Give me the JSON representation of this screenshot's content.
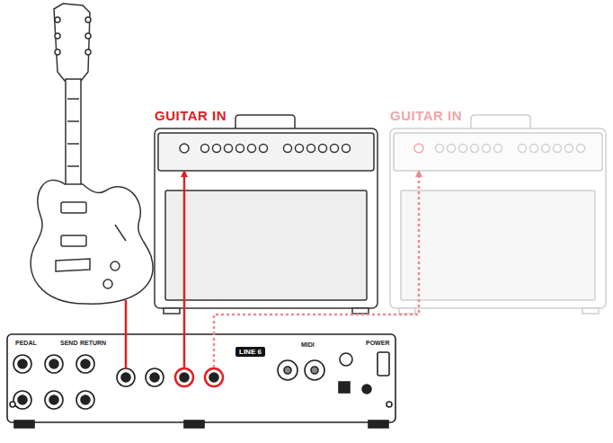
{
  "diagram": {
    "nodes": [
      {
        "text": [
          "GUITAR IN"
        ]
      },
      {
        "text": [
          "GUITAR IN"
        ]
      },
      {
        "text": [
          "PEDAL",
          "SEND",
          "RETURN",
          "LINE 6",
          "MIDI",
          "POWER"
        ]
      }
    ],
    "edges": [
      {
        "from": 2,
        "to": 0,
        "arrow": "to"
      },
      {
        "from": 2,
        "to": 1,
        "arrow": "to"
      }
    ]
  }
}
